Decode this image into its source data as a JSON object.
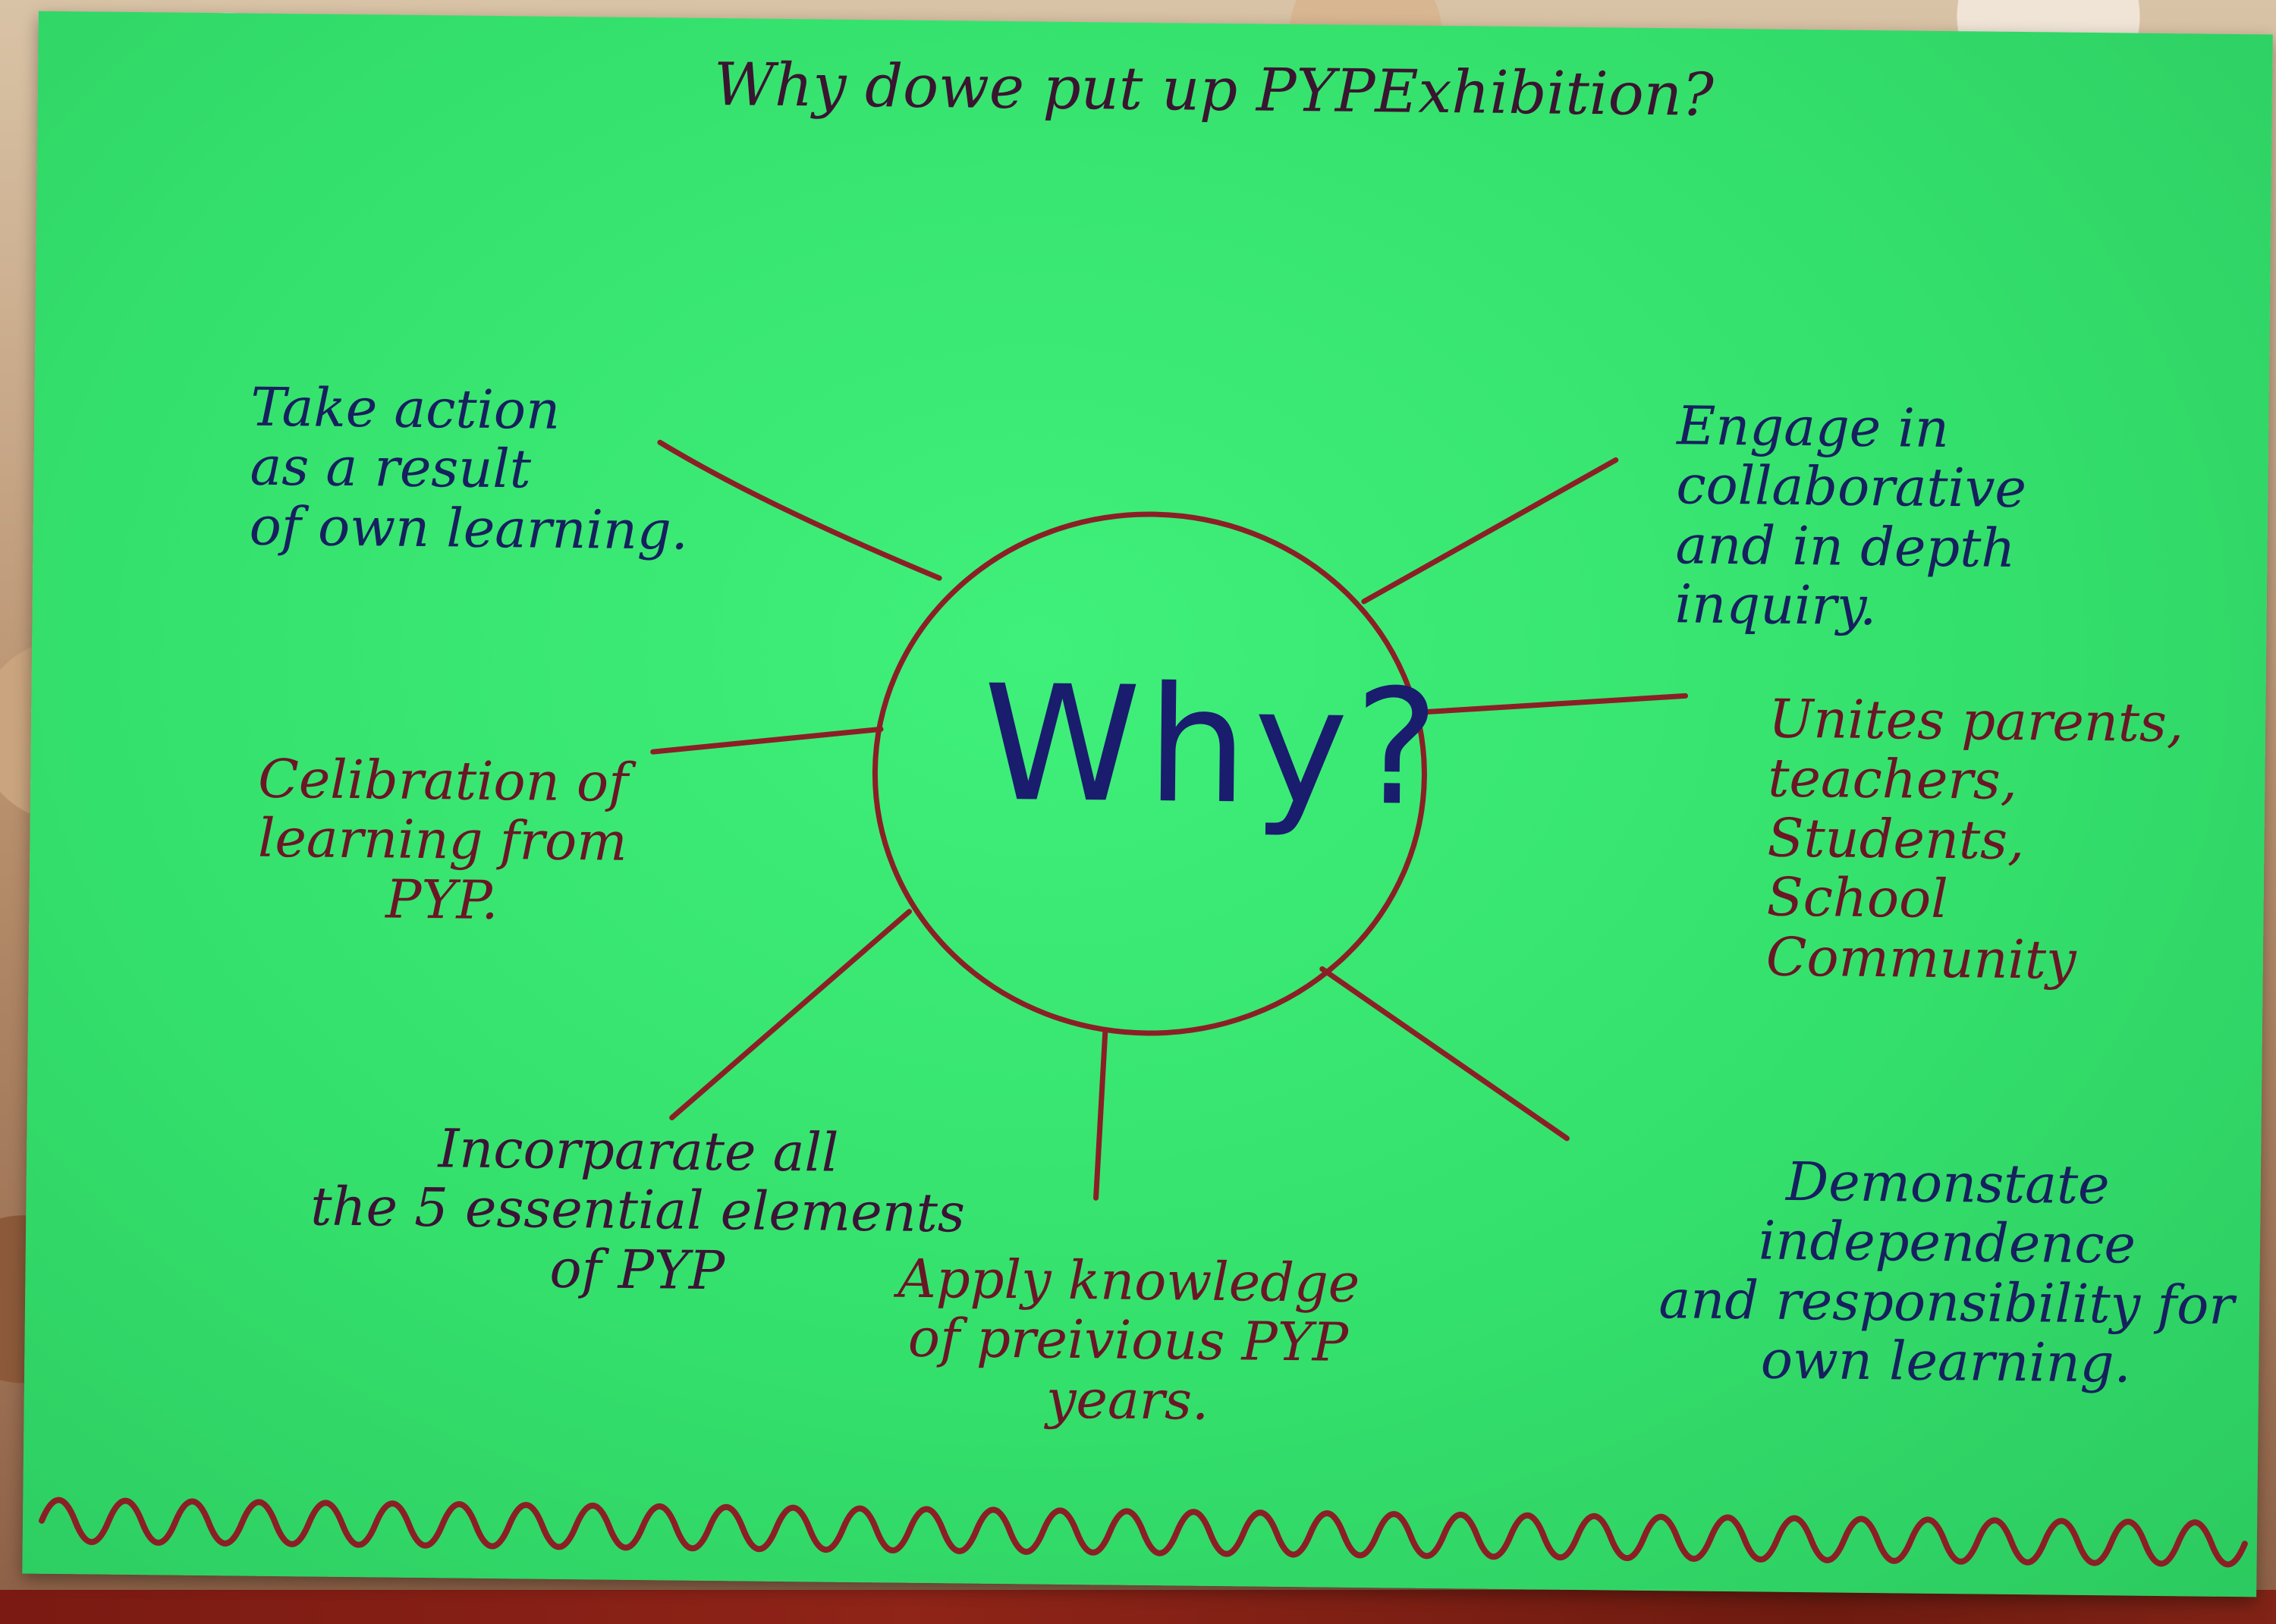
{
  "poster": {
    "title": "Why dowe put up PYPExhibition?",
    "center_word": "Why?",
    "notes": {
      "top_left": "Take action\nas a result\nof own learning.",
      "middle_left": "Celibration of\nlearning from\nPYP.",
      "bottom_left": "Incorparate all\nthe 5 essential elements\nof PYP",
      "bottom_center": "Apply knowledge\nof preivious PYP\nyears.",
      "top_right": "Engage in collaborative\nand in depth\ninquiry.",
      "middle_right": "Unites parents,\nteachers, Students,\nSchool Community",
      "bottom_right": "Demonstate independence\nand responsibility for\nown learning."
    }
  },
  "colors": {
    "paper": "#34e06c",
    "ink_navy": "#17205e",
    "ink_maroon": "#6a1626",
    "line_red": "#8b1f26"
  }
}
